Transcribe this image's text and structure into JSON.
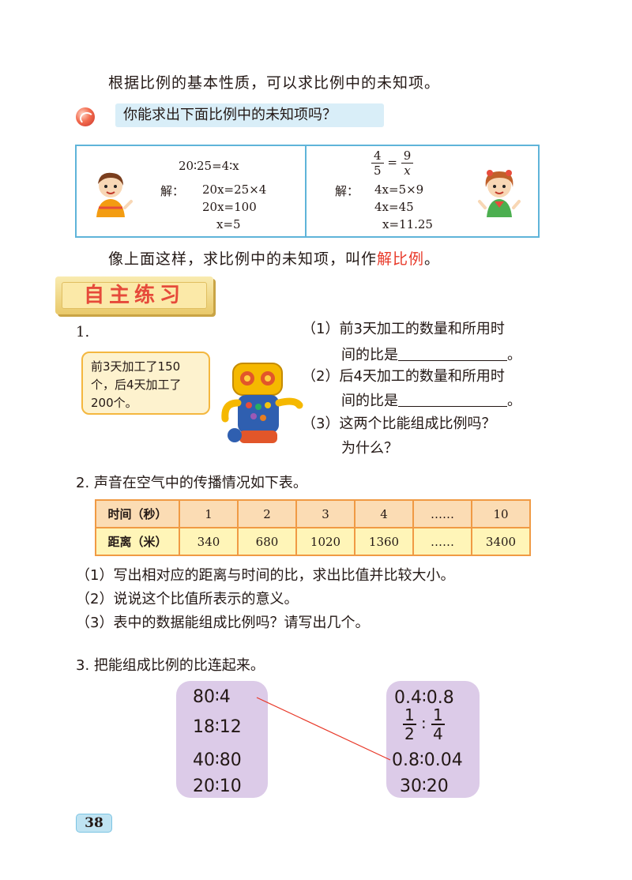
{
  "intro": "根据比例的基本性质，可以求比例中的未知项。",
  "question_banner": "你能求出下面比例中的未知项吗？",
  "example_left": {
    "equation": "20∶25=4∶x",
    "solve_label": "解：",
    "step1": "20x=25×4",
    "step2": "20x=100",
    "step3": "x=5"
  },
  "example_right": {
    "frac_left_num": "4",
    "frac_left_den": "5",
    "equals": "=",
    "frac_right_num": "9",
    "frac_right_den": "x",
    "solve_label": "解：",
    "step1": "4x=5×9",
    "step2": "4x=45",
    "step3": "x=11.25"
  },
  "conclusion_pre": "像上面这样，求比例中的未知项，叫作",
  "conclusion_term": "解比例",
  "conclusion_end": "。",
  "practice_title": "自主练习",
  "q1": {
    "number": "1.",
    "card": "前3天加工了150个，后4天加工了200个。",
    "sub1_a": "（1）前3天加工的数量和所用时",
    "sub1_b": "间的比是",
    "sub1_end": "。",
    "sub2_a": "（2）后4天加工的数量和所用时",
    "sub2_b": "间的比是",
    "sub2_end": "。",
    "sub3_a": "（3）这两个比能组成比例吗？",
    "sub3_b": "为什么？"
  },
  "q2": {
    "title": "2. 声音在空气中的传播情况如下表。",
    "row1_header": "时间（秒）",
    "row1": [
      "1",
      "2",
      "3",
      "4",
      "……",
      "10"
    ],
    "row2_header": "距离（米）",
    "row2": [
      "340",
      "680",
      "1020",
      "1360",
      "……",
      "3400"
    ],
    "sub1": "（1）写出相对应的距离与时间的比，求出比值并比较大小。",
    "sub2": "（2）说说这个比值所表示的意义。",
    "sub3": "（3）表中的数据能组成比例吗？请写出几个。"
  },
  "q3": {
    "title": "3. 把能组成比例的比连起来。",
    "left": [
      "80∶4",
      "18∶12",
      "40∶80",
      "20∶10"
    ],
    "right_top": "0.4∶0.8",
    "right_frac": {
      "a_num": "1",
      "a_den": "2",
      "colon": "∶",
      "b_num": "1",
      "b_den": "4"
    },
    "right_mid": "0.8∶0.04",
    "right_bottom": "30∶20",
    "line_color": "#e83828"
  },
  "page_number": "38",
  "colors": {
    "accent_blue": "#5fb4d9",
    "table_border": "#f09a44",
    "panel": "#dccbe8",
    "red": "#e83828"
  }
}
